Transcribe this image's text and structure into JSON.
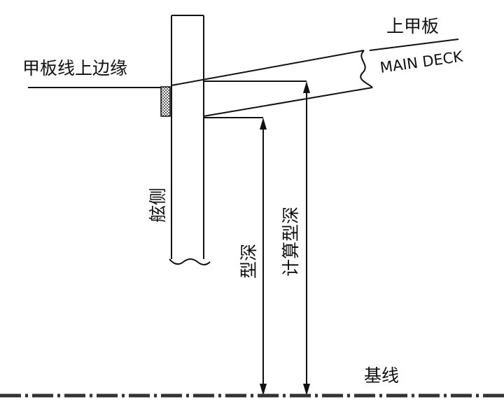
{
  "labels": {
    "deck_line_upper_edge": "甲板线上边缘",
    "main_deck_cn": "上甲板",
    "main_deck_en": "MAIN DECK",
    "ship_side": "舷侧",
    "moulded_depth": "型深",
    "calculated_depth": "计算型深",
    "baseline": "基线"
  },
  "colors": {
    "line": "#111111",
    "baseline": "#333333",
    "hatch": "#333333"
  }
}
